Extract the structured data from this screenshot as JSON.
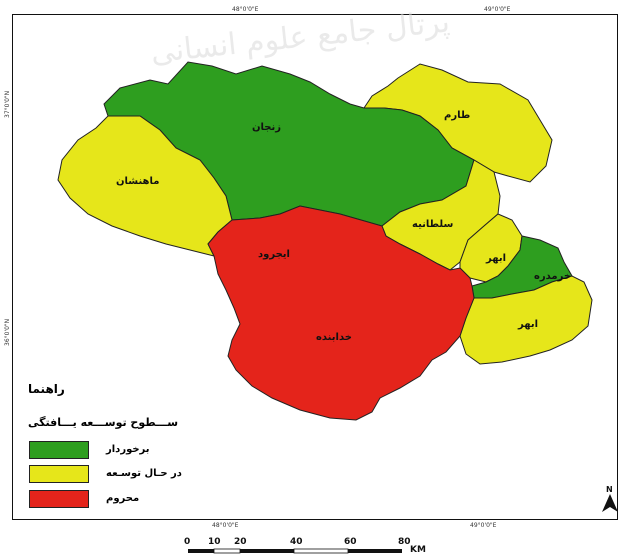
{
  "map": {
    "regions": [
      {
        "name": "زنجان",
        "level": "developed",
        "color": "#2e9e1f"
      },
      {
        "name": "طارم",
        "level": "developing",
        "color": "#e6e61a"
      },
      {
        "name": "ماهنشان",
        "level": "developing",
        "color": "#e6e61a"
      },
      {
        "name": "سلطانیه",
        "level": "developing",
        "color": "#e6e61a"
      },
      {
        "name": "ابهر",
        "level": "developing",
        "color": "#e6e61a"
      },
      {
        "name": "خرمدره",
        "level": "developed",
        "color": "#2e9e1f"
      },
      {
        "name": "ابهر",
        "level": "developing",
        "color": "#e6e61a"
      },
      {
        "name": "ایجرود",
        "level": "deprived",
        "color": "#e4241b"
      },
      {
        "name": "خدابنده",
        "level": "deprived",
        "color": "#e4241b"
      }
    ],
    "graticule": {
      "top_labels": [
        "48°0'0\"E",
        "49°0'0\"E"
      ],
      "bottom_labels": [
        "48°0'0\"E",
        "49°0'0\"E"
      ],
      "left_labels": [
        "37°0'0\"N",
        "36°0'0\"N"
      ]
    }
  },
  "legend": {
    "title": "راهنما",
    "subtitle": "ســـطوح توســـعه یـــافتگی",
    "items": [
      {
        "label": "برخوردار",
        "color": "#2e9e1f"
      },
      {
        "label": "در حـال توسـعه",
        "color": "#e6e61a"
      },
      {
        "label": "محروم",
        "color": "#e4241b"
      }
    ]
  },
  "north_arrow": {
    "label": "N"
  },
  "scale_bar": {
    "ticks": [
      "0",
      "10",
      "20",
      "40",
      "60",
      "80"
    ],
    "unit": "KM"
  },
  "watermark": {
    "text": "پرتال جامع علوم انسانی"
  }
}
